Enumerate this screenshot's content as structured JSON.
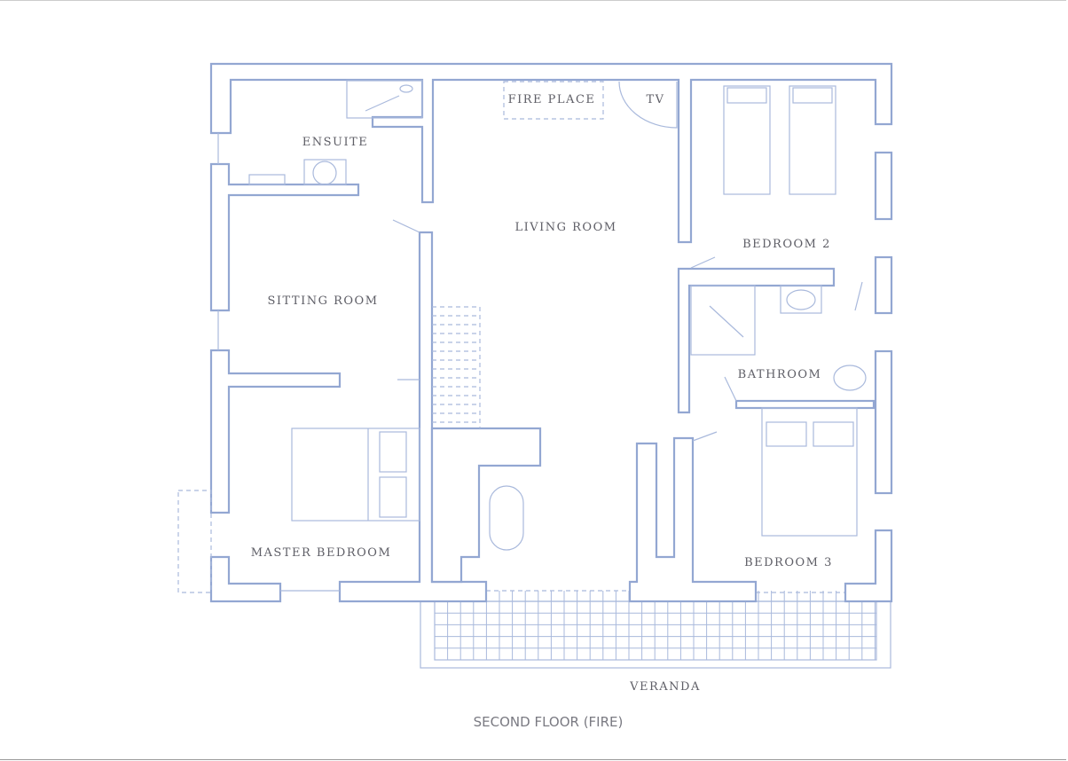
{
  "plan": {
    "title": "SECOND FLOOR (FIRE)",
    "rooms": {
      "ensuite": "ENSUITE",
      "fireplace": "FIRE PLACE",
      "tv": "TV",
      "living_room": "LIVING ROOM",
      "bedroom2": "BEDROOM 2",
      "sitting_room": "SITTING ROOM",
      "bathroom": "BATHROOM",
      "master_bedroom": "MASTER BEDROOM",
      "bedroom3": "BEDROOM 3",
      "veranda": "VERANDA"
    },
    "colors": {
      "wall": "#93a7d2",
      "text": "#5e5e66"
    }
  }
}
